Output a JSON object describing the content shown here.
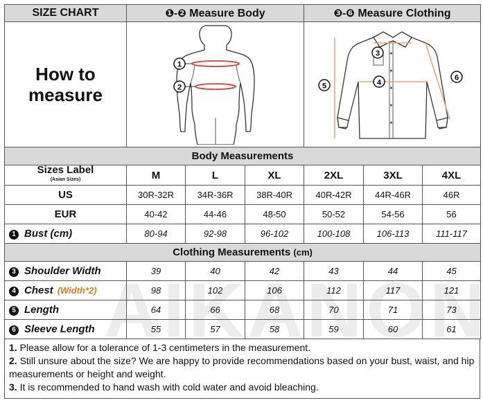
{
  "header": {
    "title": "SIZE CHART",
    "body_nums": "❶-❷",
    "body_label": "Measure Body",
    "cloth_nums": "❸-❻",
    "cloth_label": "Measure Clothing"
  },
  "howto": {
    "line1": "How to",
    "line2": "measure"
  },
  "figure_markers": {
    "bust": "1",
    "waist": "2",
    "shoulder": "3",
    "chest": "4",
    "length": "5",
    "sleeve": "6"
  },
  "body_section": {
    "title": "Body Measurements"
  },
  "sizes_label": {
    "main": "Sizes Label",
    "sub": "(Asian Sizes)"
  },
  "sizes": [
    "M",
    "L",
    "XL",
    "2XL",
    "3XL",
    "4XL"
  ],
  "body_rows": [
    {
      "name": "US",
      "values": [
        "30R-32R",
        "34R-36R",
        "38R-40R",
        "40R-42R",
        "44R-46R",
        "46R"
      ]
    },
    {
      "name": "EUR",
      "values": [
        "40-42",
        "44-46",
        "48-50",
        "50-52",
        "54-56",
        "56"
      ]
    },
    {
      "marker": "1",
      "name": "Bust (cm)",
      "values": [
        "80-94",
        "92-98",
        "96-102",
        "100-108",
        "106-113",
        "111-117"
      ]
    }
  ],
  "clothing_section": {
    "title": "Clothing Measurements",
    "unit": "(cm)"
  },
  "clothing_rows": [
    {
      "marker": "3",
      "name": "Shoulder Width",
      "note": "",
      "values": [
        "39",
        "40",
        "42",
        "43",
        "44",
        "45"
      ]
    },
    {
      "marker": "4",
      "name": "Chest",
      "note": "(Width*2)",
      "values": [
        "98",
        "102",
        "106",
        "112",
        "117",
        "121"
      ]
    },
    {
      "marker": "5",
      "name": "Length",
      "note": "",
      "values": [
        "64",
        "66",
        "68",
        "70",
        "71",
        "73"
      ]
    },
    {
      "marker": "6",
      "name": "Sleeve Length",
      "note": "",
      "values": [
        "55",
        "57",
        "58",
        "59",
        "60",
        "61"
      ]
    }
  ],
  "notes": [
    {
      "num": "1.",
      "text": " Please allow for a tolerance of 1-3 centimeters in the measurement."
    },
    {
      "num": "2.",
      "text": " Still unsure about the size? We are happy to provide recommendations based on your bust, waist, and hip measurements or height and weight."
    },
    {
      "num": "3.",
      "text": " It is recommended to hand wash with cold water and avoid bleaching."
    }
  ],
  "watermark": "AIKANON",
  "colors": {
    "header_bg": "#d9d9d9",
    "measure_line": "#e03a3a",
    "guide_line": "#f0a070",
    "note_orange": "#e07a1a"
  }
}
